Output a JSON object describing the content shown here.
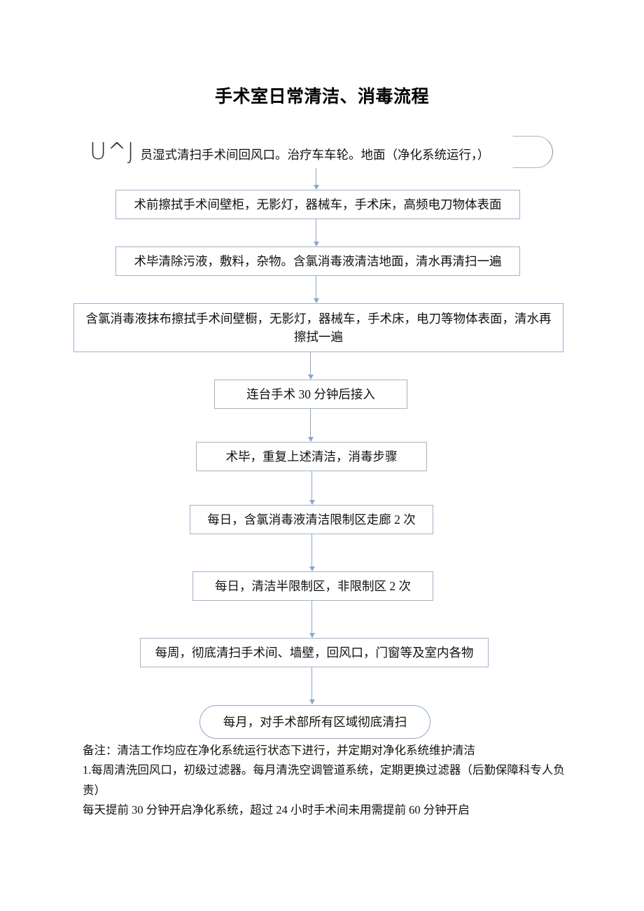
{
  "document": {
    "title": "手术室日常清洁、消毒流程"
  },
  "flow": {
    "nodes": [
      {
        "id": "node-entry",
        "name": "flow-node-entry",
        "shape": "rounded-partial",
        "prefix": "U^J",
        "text": "员湿式清扫手术间回风口。治疗车车轮。地面（净化系统运行，）"
      },
      {
        "id": "node-pre-op-wipe",
        "name": "flow-node-pre-op-wipe",
        "shape": "rect",
        "text": "术前擦拭手术间壁柜，无影灯，器械车，手术床，高频电刀物体表面"
      },
      {
        "id": "node-post-op-clear",
        "name": "flow-node-post-op-clear",
        "shape": "rect",
        "text": "术毕清除污液，敷料，杂物。含氯消毒液清洁地面，清水再清扫一遍"
      },
      {
        "id": "node-chlorine-wipe",
        "name": "flow-node-chlorine-wipe",
        "shape": "rect",
        "text": "含氯消毒液抹布擦拭手术间壁橱，无影灯，器械车，手术床，电刀等物体表面，清水再擦拭一遍"
      },
      {
        "id": "node-consecutive-surgery",
        "name": "flow-node-consecutive-surgery",
        "shape": "rect",
        "text": "连台手术 30 分钟后接入"
      },
      {
        "id": "node-repeat-steps",
        "name": "flow-node-repeat-steps",
        "shape": "rect",
        "text": "术毕，重复上述清洁，消毒步骤"
      },
      {
        "id": "node-daily-corridor",
        "name": "flow-node-daily-corridor",
        "shape": "rect",
        "text": "每日，含氯消毒液清洁限制区走廊 2 次"
      },
      {
        "id": "node-daily-semi-restricted",
        "name": "flow-node-daily-semi-restricted",
        "shape": "rect",
        "text": "每日，清洁半限制区，非限制区 2 次"
      },
      {
        "id": "node-weekly-deep-clean",
        "name": "flow-node-weekly-deep-clean",
        "shape": "rect",
        "text": "每周，彻底清扫手术间、墙壁，回风口，门窗等及室内各物"
      },
      {
        "id": "node-monthly-deep-clean",
        "name": "flow-node-monthly-deep-clean",
        "shape": "stadium",
        "text": "每月，对手术部所有区域彻底清扫"
      }
    ]
  },
  "notes": {
    "lines": [
      "备注：清洁工作均应在净化系统运行状态下进行，并定期对净化系统维护清洁",
      "1.每周清洗回风口，初级过滤器。每月清洗空调管道系统，定期更换过滤器（后勤保障科专人负责）",
      "每天提前 30 分钟开启净化系统，超过 24 小时手术间未用需提前 60 分钟开启"
    ]
  },
  "colors": {
    "node_border": "#9fb4cc",
    "connector": "#8ea7c1",
    "terminator_border": "#8fa8c2",
    "text": "#111111",
    "background": "#ffffff"
  }
}
